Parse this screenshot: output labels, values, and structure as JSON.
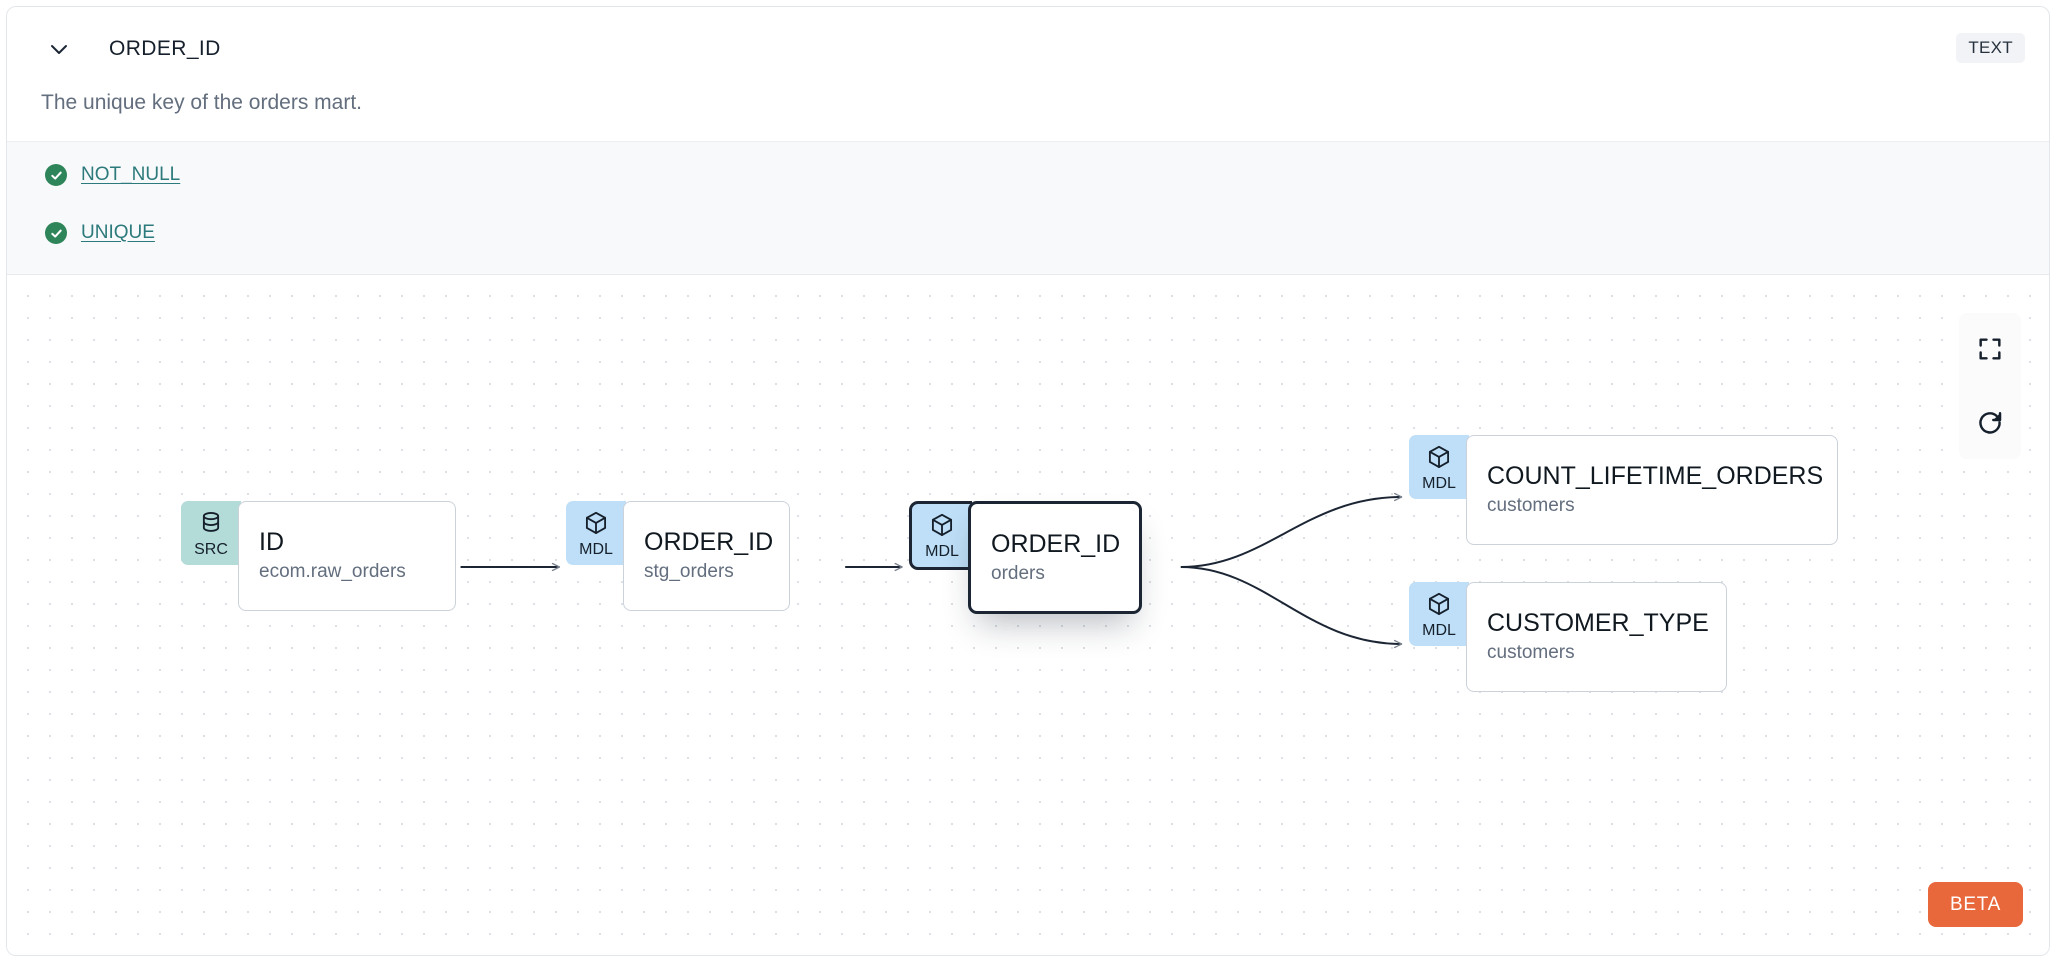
{
  "header": {
    "column_name": "ORDER_ID",
    "type_badge": "TEXT",
    "collapse_icon": "chevron-down-icon",
    "description": "The unique key of the orders mart."
  },
  "tests": [
    {
      "label": "NOT_NULL",
      "status": "pass",
      "icon": "check-circle-icon"
    },
    {
      "label": "UNIQUE",
      "status": "pass",
      "icon": "check-circle-icon"
    }
  ],
  "lineage": {
    "nodes": [
      {
        "kind": "SRC",
        "name": "ID",
        "sub": "ecom.raw_orders",
        "icon": "database-icon",
        "selected": false
      },
      {
        "kind": "MDL",
        "name": "ORDER_ID",
        "sub": "stg_orders",
        "icon": "cube-icon",
        "selected": false
      },
      {
        "kind": "MDL",
        "name": "ORDER_ID",
        "sub": "orders",
        "icon": "cube-icon",
        "selected": true
      },
      {
        "kind": "MDL",
        "name": "COUNT_LIFETIME_ORDERS",
        "sub": "customers",
        "icon": "cube-icon",
        "selected": false
      },
      {
        "kind": "MDL",
        "name": "CUSTOMER_TYPE",
        "sub": "customers",
        "icon": "cube-icon",
        "selected": false
      }
    ],
    "controls": [
      {
        "name": "fit-view-button",
        "icon": "fullscreen-icon"
      },
      {
        "name": "refresh-button",
        "icon": "refresh-icon"
      }
    ],
    "beta_label": "BETA"
  },
  "colors": {
    "src_badge_bg": "#b3dcd9",
    "mdl_badge_bg": "#bedff7",
    "test_pass_green": "#2f855a",
    "test_link_teal": "#2c7a7b",
    "beta_orange": "#e8683c",
    "selected_border": "#1b2533"
  }
}
